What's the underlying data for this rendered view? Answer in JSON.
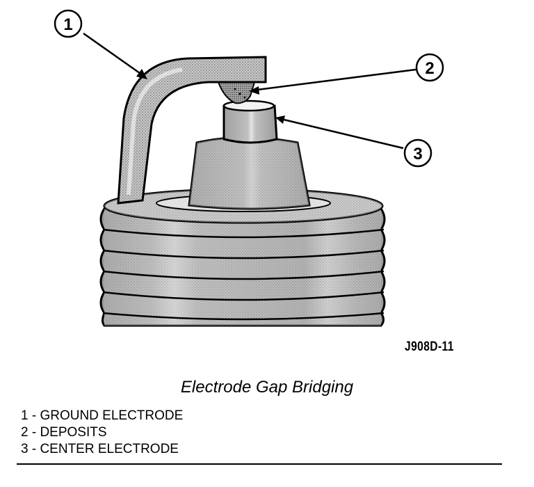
{
  "figure": {
    "id_label": "J908D-11",
    "caption": "Electrode Gap Bridging",
    "callouts": [
      {
        "number": "1"
      },
      {
        "number": "2"
      },
      {
        "number": "3"
      }
    ]
  },
  "legend": {
    "items": [
      {
        "text": "1 - GROUND ELECTRODE"
      },
      {
        "text": "2 - DEPOSITS"
      },
      {
        "text": "3 - CENTER ELECTRODE"
      }
    ]
  },
  "colors": {
    "ink": "#000000",
    "metal_gray": "#bdbdbd",
    "highlight": "#e6e6e6",
    "background": "#ffffff"
  }
}
